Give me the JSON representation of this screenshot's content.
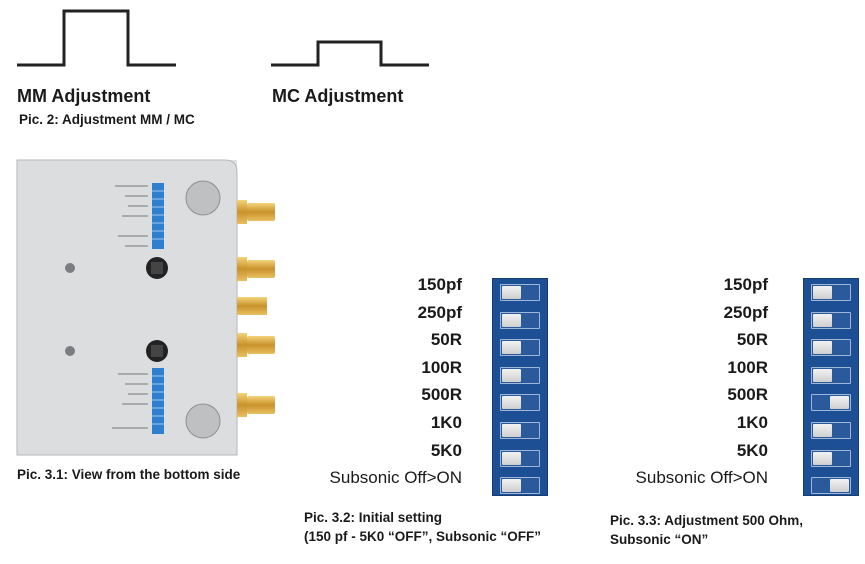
{
  "mm": {
    "title": "MM Adjustment"
  },
  "mc": {
    "title": "MC Adjustment"
  },
  "pic2": {
    "caption": "Pic. 2: Adjustment MM / MC"
  },
  "pic31": {
    "caption_label": "Pic. 3.1:",
    "caption_text": " View from the bottom side"
  },
  "pic32": {
    "caption_label": "Pic. 3.2:",
    "caption_line1": " Initial setting",
    "caption_line2": "(150 pf - 5K0 “OFF”, Subsonic “OFF”"
  },
  "pic33": {
    "caption_label": "Pic. 3.3:",
    "caption_line1": " Adjustment 500 Ohm,",
    "caption_line2": "Subsonic “ON”"
  },
  "dip_labels": [
    "150pf",
    "250pf",
    "50R",
    "100R",
    "500R",
    "1K0",
    "5K0",
    "Subsonic Off>ON"
  ],
  "pic32_states": [
    0,
    0,
    0,
    0,
    0,
    0,
    0,
    0
  ],
  "pic33_states": [
    0,
    0,
    0,
    0,
    1,
    0,
    0,
    1
  ],
  "colors": {
    "dip_blue": "#1d4f94",
    "device": "#d9dadb"
  }
}
